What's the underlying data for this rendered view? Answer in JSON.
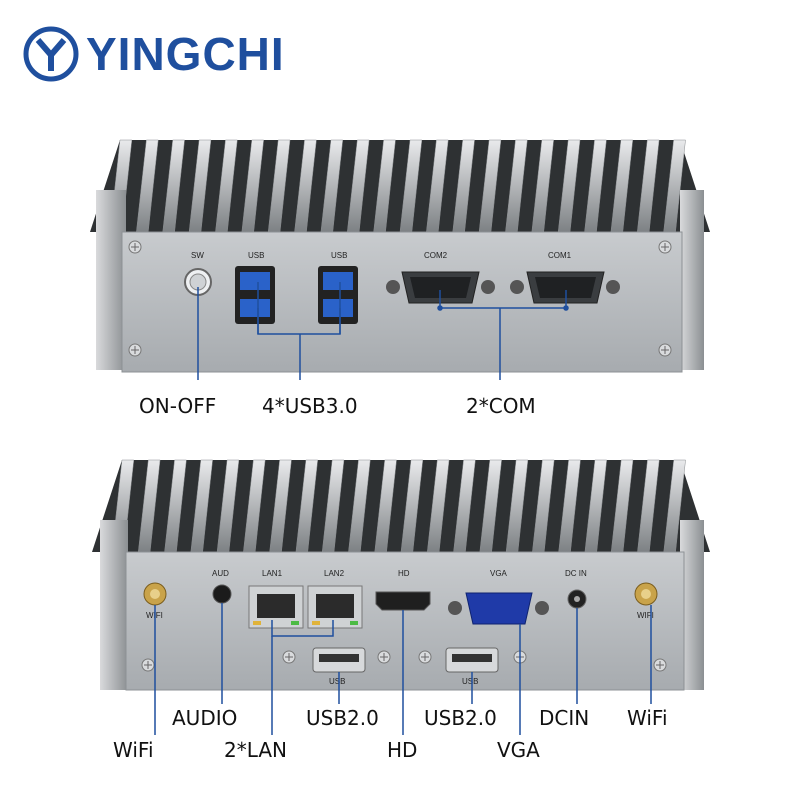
{
  "brand": {
    "name": "YINGCHI",
    "color": "#1f4f9e"
  },
  "front_panel": {
    "port_labels": {
      "sw": "SW",
      "usb_a": "USB",
      "usb_b": "USB",
      "com2": "COM2",
      "com1": "COM1"
    },
    "callouts": {
      "on_off": "ON-OFF",
      "usb30": "4*USB3.0",
      "com": "2*COM"
    }
  },
  "rear_panel": {
    "port_labels": {
      "aud": "AUD",
      "lan1": "LAN1",
      "lan2": "LAN2",
      "hd": "HD",
      "vga": "VGA",
      "dcin": "DC IN",
      "wifi_left": "WIFI",
      "wifi_right": "WIFI",
      "usb_a": "USB",
      "usb_b": "USB"
    },
    "callouts": {
      "audio": "AUDIO",
      "usb20_a": "USB2.0",
      "usb20_b": "USB2.0",
      "dcin": "DCIN",
      "wifi_right": "WiFi",
      "wifi_left": "WiFi",
      "lan": "2*LAN",
      "hd": "HD",
      "vga": "VGA"
    }
  },
  "colors": {
    "leader_line": "#1f4f9e",
    "usb3_port": "#2a62c9",
    "vga_port": "#1f3aa8",
    "chassis": "#b9bcbf"
  }
}
